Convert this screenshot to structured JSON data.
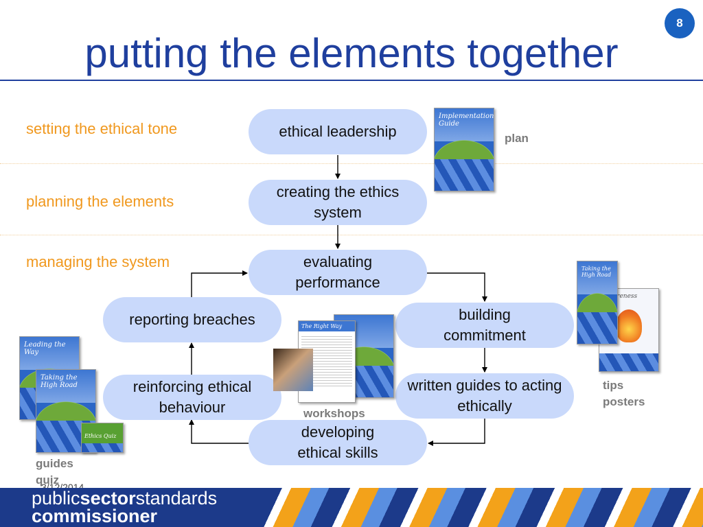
{
  "page_number": "8",
  "title": "putting the elements together",
  "rows": {
    "tone": "setting the ethical tone",
    "planning": "planning the elements",
    "managing": "managing the system"
  },
  "nodes": {
    "leadership": "ethical leadership",
    "creating": "creating the ethics system",
    "evaluating": "evaluating performance",
    "building": "building commitment",
    "written": "written guides to acting ethically",
    "developing": "developing ethical skills",
    "reinforcing": "reinforcing ethical behaviour",
    "reporting": "reporting breaches"
  },
  "captions": {
    "plan": "plan",
    "workshops": "workshops",
    "tips": "tips",
    "posters": "posters",
    "guides": "guides",
    "quiz": "quiz"
  },
  "publications": {
    "implementation": "Implementation Guide",
    "right_way": "The Right Way",
    "leading": "Leading the Way",
    "high_road": "Taking the High Road",
    "ethics_quiz": "Ethics Quiz",
    "taking": "Taking the High Road",
    "awareness": "Awareness"
  },
  "footer": {
    "brand_a": "public",
    "brand_b": "sector",
    "brand_c": "standards",
    "brand_d": "commissioner"
  },
  "date": "3/12/2014"
}
